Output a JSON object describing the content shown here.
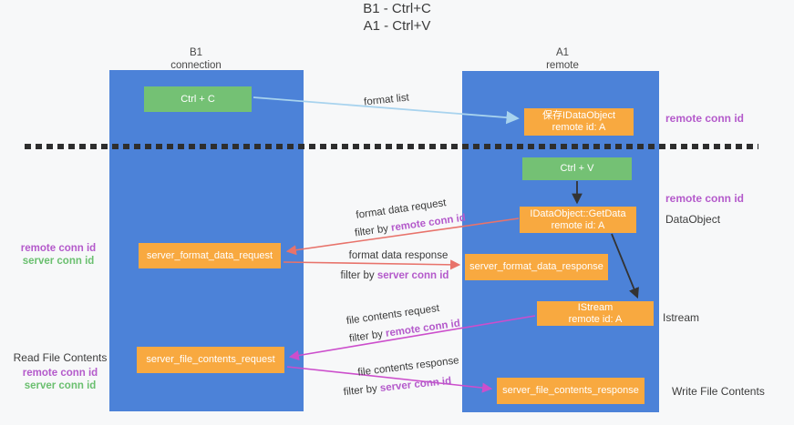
{
  "title": {
    "line1": "B1 - Ctrl+C",
    "line2": "A1 - Ctrl+V"
  },
  "columns": {
    "left": {
      "name": "B1",
      "role": "connection"
    },
    "right": {
      "name": "A1",
      "role": "remote"
    }
  },
  "boxes": {
    "ctrl_c": "Ctrl + C",
    "ctrl_v": "Ctrl + V",
    "save_dataobject_line1": "保存IDataObject",
    "save_dataobject_line2": "remote id: A",
    "getdata_line1": "IDataObject::GetData",
    "getdata_line2": "remote id: A",
    "istream_line1": "IStream",
    "istream_line2": "remote id: A",
    "server_format_data_request": "server_format_data_request",
    "server_format_data_response": "server_format_data_response",
    "server_file_contents_request": "server_file_contents_request",
    "server_file_contents_response": "server_file_contents_response"
  },
  "arrow_labels": {
    "format_list": "format list",
    "format_data_request": "format data request",
    "format_data_response": "format data response",
    "file_contents_request": "file contents request",
    "file_contents_response": "file contents response",
    "filter_by": "filter by"
  },
  "terms": {
    "remote_conn_id": "remote conn id",
    "server_conn_id": "server conn id"
  },
  "side_labels": {
    "dataobject": "DataObject",
    "istream": "Istream",
    "write_file_contents": "Write File Contents",
    "read_file_contents": "Read File Contents"
  },
  "colors": {
    "column_blue": "#4c82d8",
    "box_green": "#74c174",
    "box_orange": "#f8a940",
    "term_purple": "#b45acb",
    "term_green": "#6abf6f",
    "arrow_red": "#e8736b",
    "arrow_magenta": "#cc4ecc",
    "arrow_lightblue": "#a8d3ee",
    "arrow_black": "#333333"
  }
}
